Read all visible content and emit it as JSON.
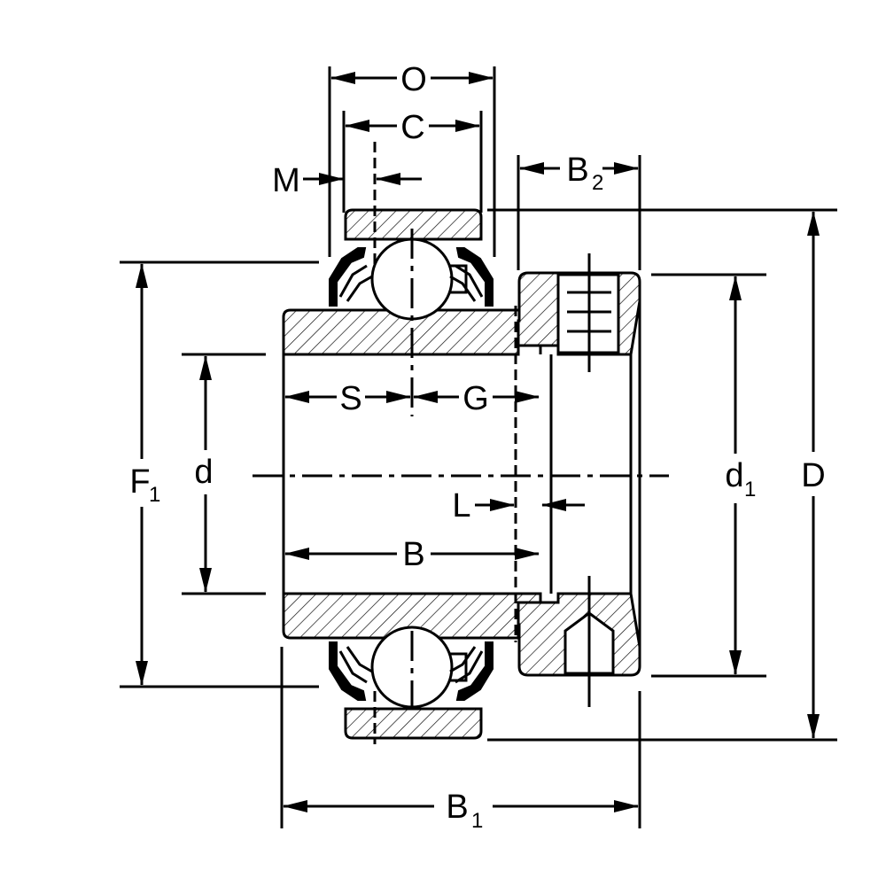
{
  "labels": {
    "O": "O",
    "C": "C",
    "M": "M",
    "B2": "B",
    "B2_sub": "2",
    "S": "S",
    "G": "G",
    "F1": "F",
    "F1_sub": "1",
    "d": "d",
    "L": "L",
    "d1": "d",
    "d1_sub": "1",
    "D": "D",
    "B": "B",
    "B1": "B",
    "B1_sub": "1"
  },
  "colors": {
    "line": "#000000",
    "background": "#ffffff"
  }
}
